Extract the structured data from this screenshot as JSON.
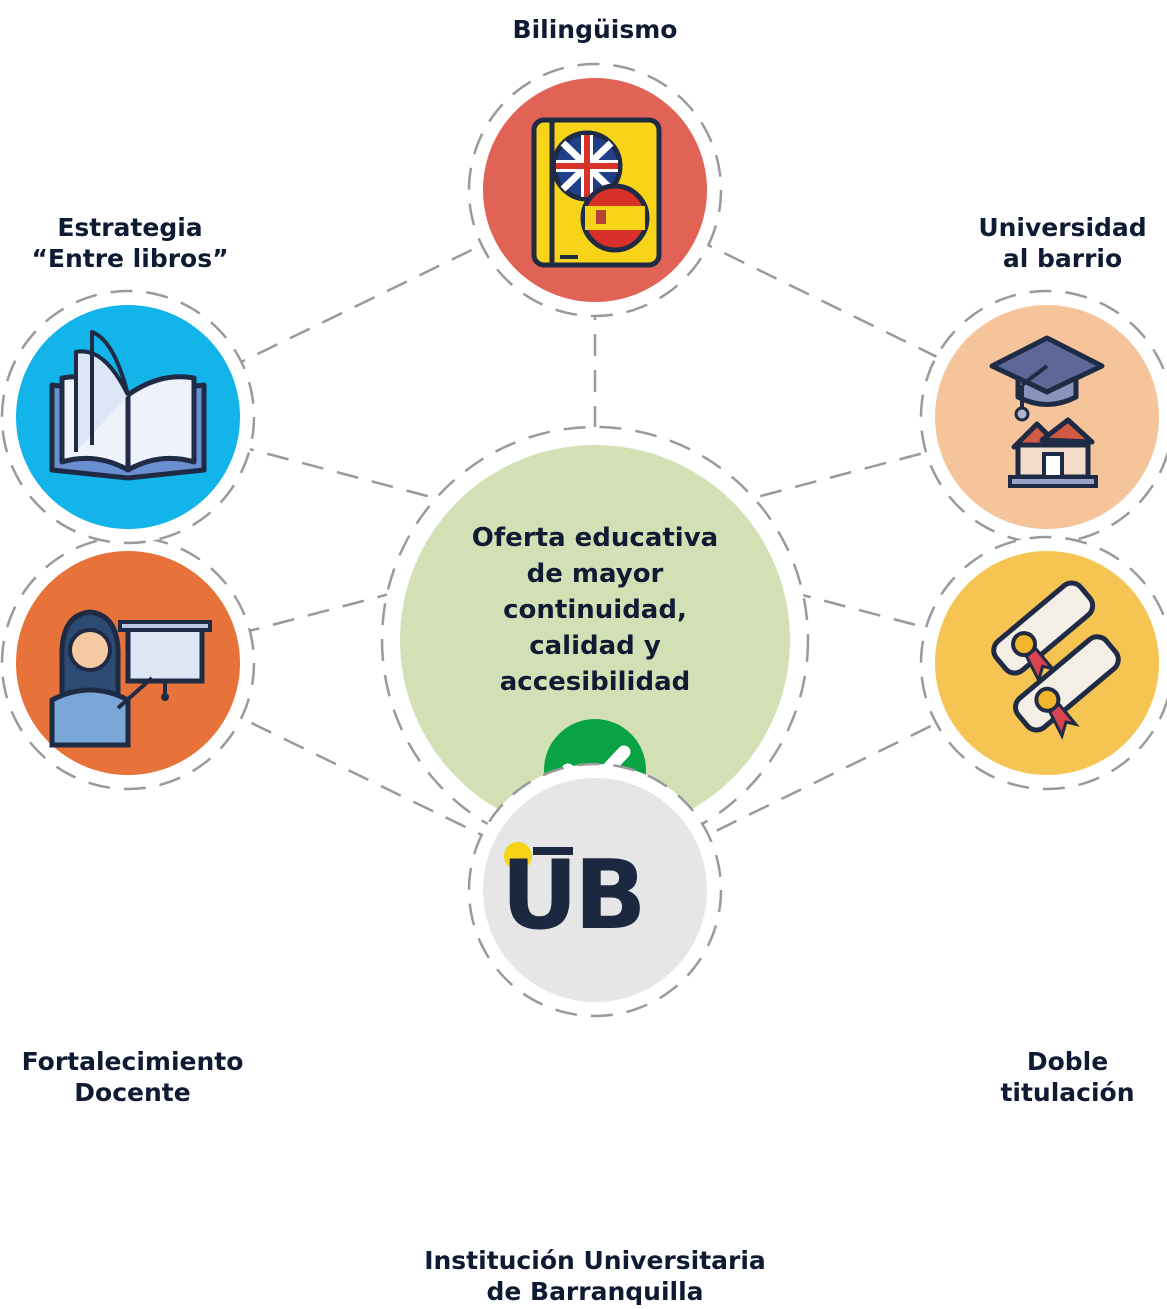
{
  "center": {
    "lines": [
      "Oferta educativa",
      "de mayor",
      "continuidad,",
      "calidad y",
      "accesibilidad"
    ],
    "color": "#d3e0b6",
    "icon": "check-icon",
    "icon_color": "#0aa344"
  },
  "nodes": [
    {
      "id": "bilinguismo",
      "lines": [
        "Bilingüismo"
      ],
      "color": "#e06355",
      "icon": "bilingual-book-icon"
    },
    {
      "id": "universidad-barrio",
      "lines": [
        "Universidad",
        "al barrio"
      ],
      "color": "#f6c49a",
      "icon": "graduation-cap-houses-icon"
    },
    {
      "id": "doble-titulacion",
      "lines": [
        "Doble",
        "titulación"
      ],
      "color": "#f6c452",
      "icon": "diplomas-icon"
    },
    {
      "id": "institucion",
      "lines": [
        "Institución Universitaria",
        "de Barranquilla"
      ],
      "color": "#e6e6e6",
      "icon": "ub-logo-icon",
      "logo_text": "UB"
    },
    {
      "id": "fortalecimiento",
      "lines": [
        "Fortalecimiento",
        "Docente"
      ],
      "color": "#e8733a",
      "icon": "teacher-presentation-icon"
    },
    {
      "id": "entre-libros",
      "lines": [
        "Estrategia",
        "“Entre libros”"
      ],
      "color": "#12b4ea",
      "icon": "open-book-icon"
    }
  ],
  "colors": {
    "dash": "#9a9a9a",
    "text": "#0f1a33"
  }
}
